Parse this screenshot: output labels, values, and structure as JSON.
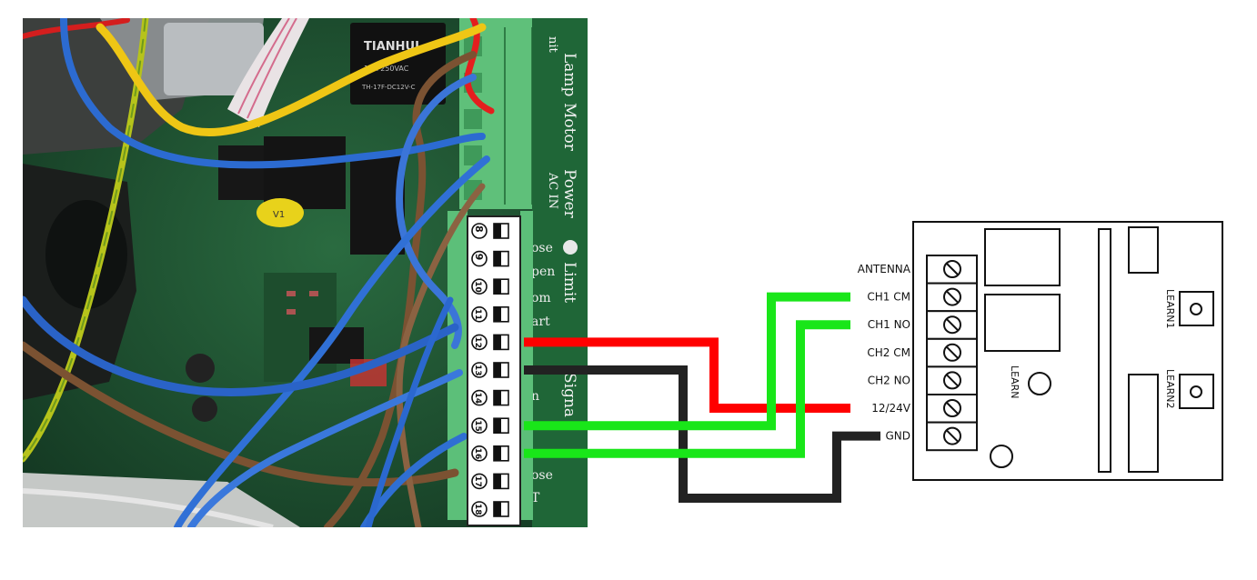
{
  "photo": {
    "relay_text_1": "TIANHUI",
    "relay_text_2": "10A 250VAC",
    "relay_text_3": "TH-17F-DC12V-C",
    "capacitor_text": "V1",
    "silkscreen": {
      "lamp": "Lamp",
      "motor": "Motor",
      "power": "Power",
      "ac_in": "AC IN",
      "limit": "Limit",
      "signal": "Signa",
      "nit": "nit",
      "close_1": "ose",
      "open": "pen",
      "com": "om",
      "start": "art",
      "n_text": "n",
      "close_2": "ose",
      "t_text": "T"
    },
    "terminal_numbers": [
      "8",
      "9",
      "10",
      "11",
      "12",
      "13",
      "14",
      "15",
      "16",
      "17",
      "18"
    ]
  },
  "receiver": {
    "labels": [
      "ANTENNA",
      "CH1 CM",
      "CH1 NO",
      "CH2 CM",
      "CH2 NO",
      "12/24V",
      "GND"
    ],
    "learn_label": "LEARN",
    "learn1_label": "LEARN1",
    "learn2_label": "LEARN2"
  },
  "wires": [
    {
      "from_terminal": "12",
      "to_label": "12/24V",
      "color": "#ff0000"
    },
    {
      "from_terminal": "13",
      "to_label": "GND",
      "color": "#222222"
    },
    {
      "from_terminal": "15",
      "to_label": "CH1 CM",
      "color": "#19e619"
    },
    {
      "from_terminal": "16",
      "to_label": "CH1 NO",
      "color": "#19e619"
    }
  ],
  "colors": {
    "board": "#1f5a34",
    "terminal_block": "#5fc07a",
    "wire_red": "#ff0000",
    "wire_black": "#222222",
    "wire_green": "#19e619"
  }
}
